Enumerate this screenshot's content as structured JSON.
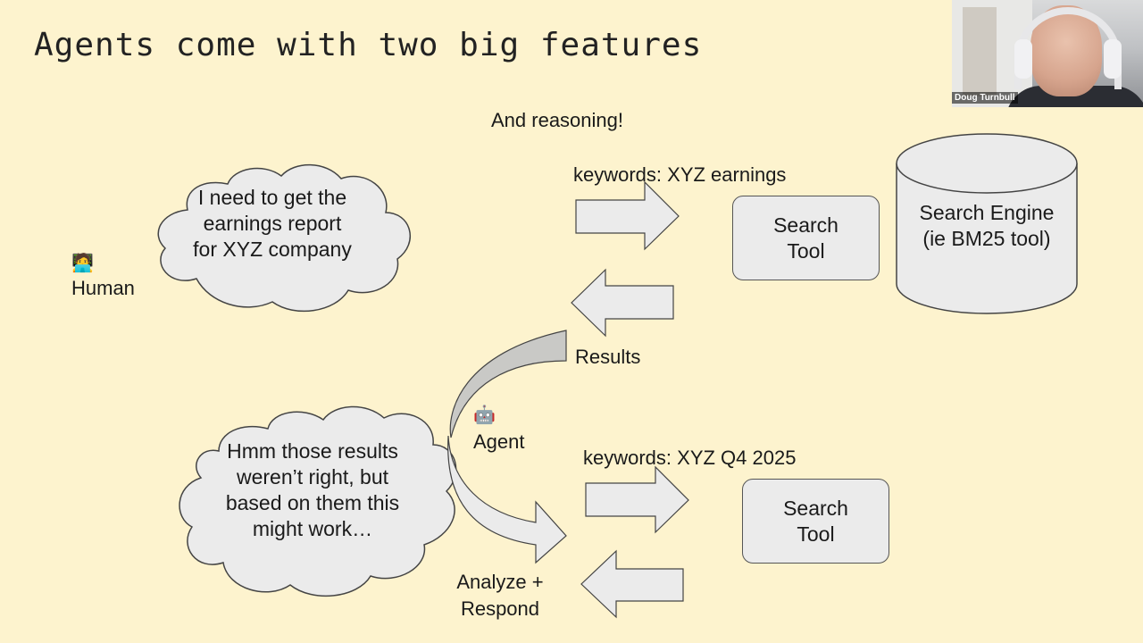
{
  "slide": {
    "title": "Agents come with two big features",
    "subtitle": "And reasoning!"
  },
  "human": {
    "icon": "technologist-emoji-icon",
    "label": "Human",
    "thought": "I need to get the earnings report for XYZ company"
  },
  "agent": {
    "icon": "robot-emoji-icon",
    "label": "Agent",
    "thought": "Hmm those results weren’t right, but based on them this might work…"
  },
  "top_flow": {
    "query_label": "keywords: XYZ earnings",
    "results_label": "Results",
    "tool_label": "Search Tool",
    "engine_label": "Search Engine (ie BM25 tool)"
  },
  "bottom_flow": {
    "query_label": "keywords: XYZ Q4 2025",
    "tool_label": "Search Tool",
    "output_label": "Analyze + Respond"
  },
  "webcam": {
    "name": "Doug Turnbull"
  },
  "colors": {
    "background": "#fdf3ce",
    "shape_fill": "#ebebeb",
    "curve_fill": "#c9c9c6",
    "outline": "#555555"
  }
}
